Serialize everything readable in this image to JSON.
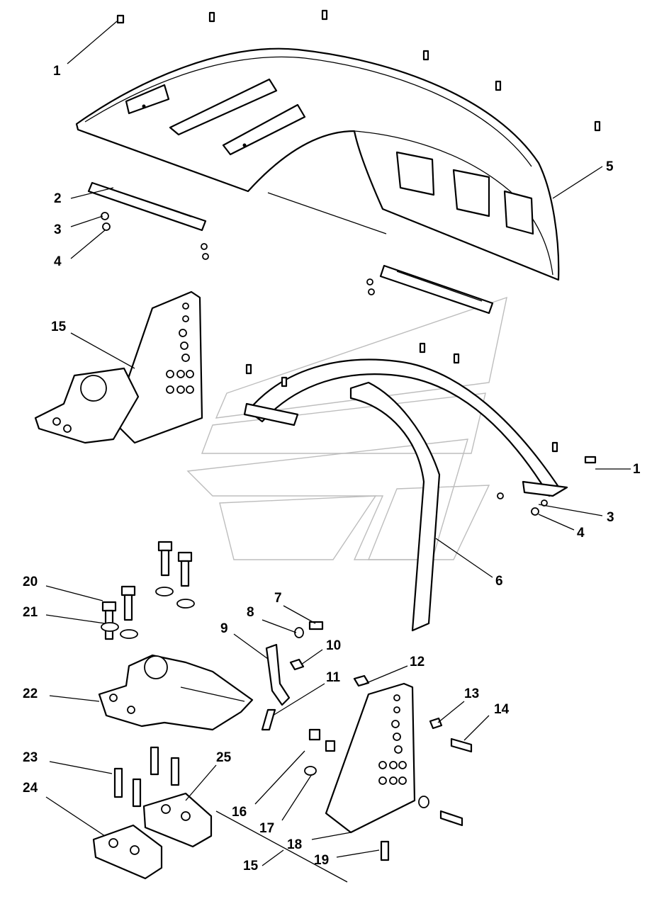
{
  "callouts": {
    "c1a": "1",
    "c1b": "1",
    "c2": "2",
    "c3a": "3",
    "c3b": "3",
    "c4a": "4",
    "c4b": "4",
    "c5": "5",
    "c6": "6",
    "c7": "7",
    "c8": "8",
    "c9": "9",
    "c10": "10",
    "c11": "11",
    "c12": "12",
    "c13": "13",
    "c14": "14",
    "c15a": "15",
    "c15b": "15",
    "c16": "16",
    "c17": "17",
    "c18": "18",
    "c19": "19",
    "c20": "20",
    "c21": "21",
    "c22": "22",
    "c23": "23",
    "c24": "24",
    "c25": "25"
  },
  "colors": {
    "line": "#000000",
    "background": "#ffffff",
    "watermark": "#bdbdbd"
  }
}
